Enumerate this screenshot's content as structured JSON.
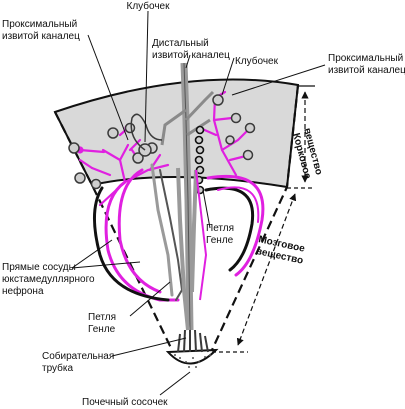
{
  "labels": {
    "glomerulus_top": "Клубочек",
    "proximal_left_1": "Проксимальный",
    "proximal_left_2": "извитой каналец",
    "distal_1": "Дистальный",
    "distal_2": "извитой каналец",
    "glomerulus_right": "Клубочек",
    "proximal_right_1": "Проксимальный",
    "proximal_right_2": "извитой каналец",
    "henle_mid_1": "Петля",
    "henle_mid_2": "Генле",
    "vasa_recta_1": "Прямые сосуды",
    "vasa_recta_2": "юкстамедуллярного",
    "vasa_recta_3": "нефрона",
    "henle_low_1": "Петля",
    "henle_low_2": "Генле",
    "collecting_1": "Собирательная",
    "collecting_2": "трубка",
    "papilla": "Почечный сосочек",
    "cortex_1": "Корковое",
    "cortex_2": "вещество",
    "medulla_1": "Мозговое",
    "medulla_2": "вещество"
  },
  "colors": {
    "vessel": "#e020e0",
    "tubule_gray": "#9a9a9a",
    "tubule_dark": "#3a3a3a",
    "cortex_fill": "#d9d9d9",
    "outline": "#111111"
  }
}
